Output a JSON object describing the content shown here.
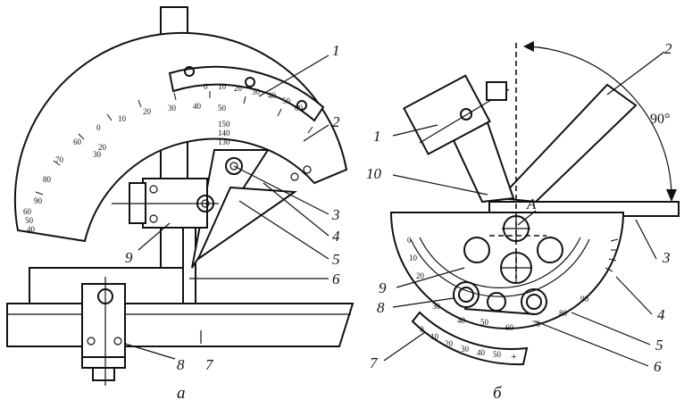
{
  "figure_a": {
    "caption": "а",
    "callouts": [
      "1",
      "2",
      "3",
      "4",
      "5",
      "6",
      "7",
      "8",
      "9"
    ],
    "vernier_scale": [
      "0",
      "10",
      "20",
      "30",
      "40",
      "50",
      "60"
    ],
    "main_scale": [
      "0",
      "10",
      "20",
      "30",
      "40",
      "50",
      "60",
      "70",
      "80",
      "90"
    ],
    "inner_scale": [
      "150",
      "140",
      "130"
    ],
    "left_scale": [
      "60",
      "50",
      "40",
      "30",
      "20"
    ]
  },
  "figure_b": {
    "caption": "б",
    "callouts": [
      "1",
      "2",
      "3",
      "4",
      "5",
      "6",
      "7",
      "8",
      "9",
      "10"
    ],
    "point_label": "А",
    "angle_label": "90°",
    "vernier_scale": [
      "0",
      "10",
      "20",
      "30",
      "40",
      "50"
    ],
    "main_scale": [
      "0",
      "10",
      "20",
      "30",
      "40",
      "50",
      "60",
      "70",
      "80",
      "90"
    ]
  }
}
